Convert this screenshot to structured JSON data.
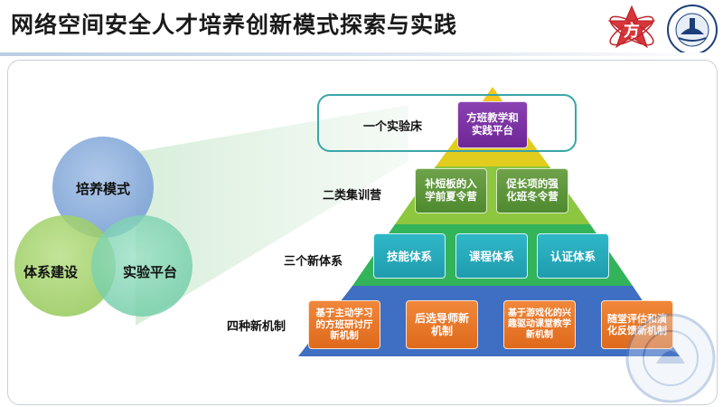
{
  "header": {
    "title": "网络空间安全人才培养创新模式探索与实践"
  },
  "venn": {
    "top": "培养模式",
    "left": "体系建设",
    "right": "实验平台"
  },
  "levels": {
    "l1": "一个实验床",
    "l2": "二类集训营",
    "l3": "三个新体系",
    "l4": "四种新机制"
  },
  "tier1": [
    "方班教学和实践平台"
  ],
  "tier2": [
    "补短板的入学前夏令营",
    "促长项的强化班冬令营"
  ],
  "tier3": [
    "技能体系",
    "课程体系",
    "认证体系"
  ],
  "tier4": [
    "基于主动学习的方班研讨厅新机制",
    "后选导师新机制",
    "基于游戏化的兴趣驱动课堂教学新机制",
    "随堂评估和演化反馈新机制"
  ],
  "logos": {
    "left_logo_char": "方"
  },
  "colors": {
    "purple": "#7a2fa3",
    "green": "#5a9437",
    "teal": "#2aaebf",
    "orange": "#e8742a",
    "pyr_yellow": "#f4c51d",
    "pyr_green": "#33b35a",
    "pyr_blue": "#3f6fc3"
  }
}
